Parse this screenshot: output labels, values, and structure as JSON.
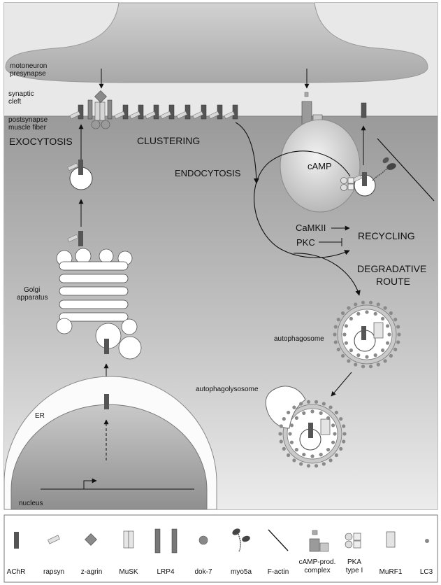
{
  "labels": {
    "presynapse": [
      "motoneuron",
      "presynapse"
    ],
    "cleft": [
      "synaptic",
      "cleft"
    ],
    "postsynapse": [
      "postsynapse",
      "muscle fiber"
    ],
    "exocytosis": "EXOCYTOSIS",
    "clustering": "CLUSTERING",
    "endocytosis": "ENDOCYTOSIS",
    "camp": "cAMP",
    "camkii": "CaMKII",
    "pkc": "PKC",
    "recycling": "RECYCLING",
    "degradative": [
      "DEGRADATIVE",
      "ROUTE"
    ],
    "golgi": [
      "Golgi",
      "apparatus"
    ],
    "autophagosome": "autophagosome",
    "autophagolysosome": "autophagolysosome",
    "er": "ER",
    "nucleus": "nucleus"
  },
  "legend": [
    {
      "icon": "achr-icon",
      "label": [
        "AChR"
      ]
    },
    {
      "icon": "rapsyn-icon",
      "label": [
        "rapsyn"
      ]
    },
    {
      "icon": "z-agrin-icon",
      "label": [
        "z-agrin"
      ]
    },
    {
      "icon": "musk-icon",
      "label": [
        "MuSK"
      ]
    },
    {
      "icon": "lrp4-icon",
      "label": [
        "LRP4"
      ]
    },
    {
      "icon": "dok7-icon",
      "label": [
        "dok-7"
      ]
    },
    {
      "icon": "myo5a-icon",
      "label": [
        "myo5a"
      ]
    },
    {
      "icon": "f-actin-icon",
      "label": [
        "F-actin"
      ]
    },
    {
      "icon": "camp-complex-icon",
      "label": [
        "cAMP-prod.",
        "complex"
      ]
    },
    {
      "icon": "pka-icon",
      "label": [
        "PKA",
        "type I"
      ]
    },
    {
      "icon": "murf1-icon",
      "label": [
        "MuRF1"
      ]
    },
    {
      "icon": "lc3-icon",
      "label": [
        "LC3"
      ]
    }
  ],
  "colors": {
    "achr": "#555555",
    "muscle_fill": "#a6a6a6",
    "presynapse_fill": "#b8b8b8",
    "outline": "#333333"
  }
}
